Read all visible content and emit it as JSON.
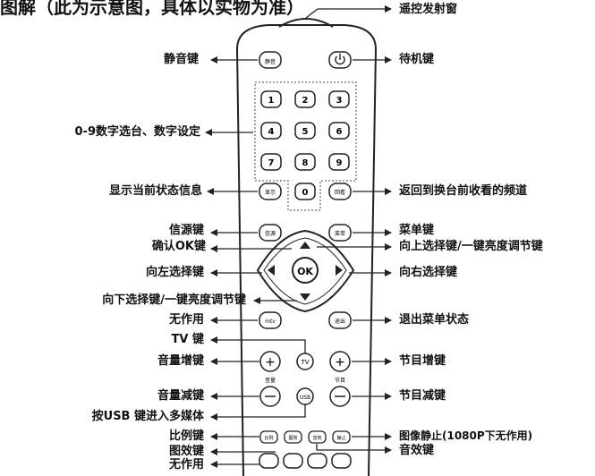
{
  "heading": "图解（此为示意图，具体以实物为准）",
  "buttons": {
    "mute": "静音",
    "display": "显示",
    "recall": "回看",
    "source": "信源",
    "menu": "菜单",
    "ok": "OK",
    "mtv": "mtv",
    "exit": "退出",
    "tv": "TV",
    "usb": "USB",
    "vol_small": "音量",
    "prog_small": "节目",
    "bottom": [
      "比例",
      "图效",
      "音效",
      "静止"
    ],
    "digits": [
      "1",
      "2",
      "3",
      "4",
      "5",
      "6",
      "7",
      "8",
      "9",
      "0"
    ]
  },
  "labels": {
    "ir": "遥控发射窗",
    "power": "待机键",
    "mute": "静音键",
    "digits": "0-9数字选台、数字设定",
    "display": "显示当前状态信息",
    "recall": "返回到换台前收看的频道",
    "source": "信源键",
    "ok": "确认OK键",
    "menu": "菜单键",
    "up": "向上选择键/一键亮度调节键",
    "left": "向左选择键",
    "right": "向右选择键",
    "down": "向下选择键/一键亮度调节键",
    "mtv": "无作用",
    "exit": "退出菜单状态",
    "tv": "TV 键",
    "vol_up": "音量增键",
    "ch_up": "节目增键",
    "vol_down": "音量减键",
    "ch_down": "节目减键",
    "usb": "按USB 键进入多媒体",
    "ratio": "比例键",
    "freeze": "图像静止(1080P下无作用)",
    "picture": "图效键",
    "sound": "音效键",
    "none": "无作用"
  }
}
